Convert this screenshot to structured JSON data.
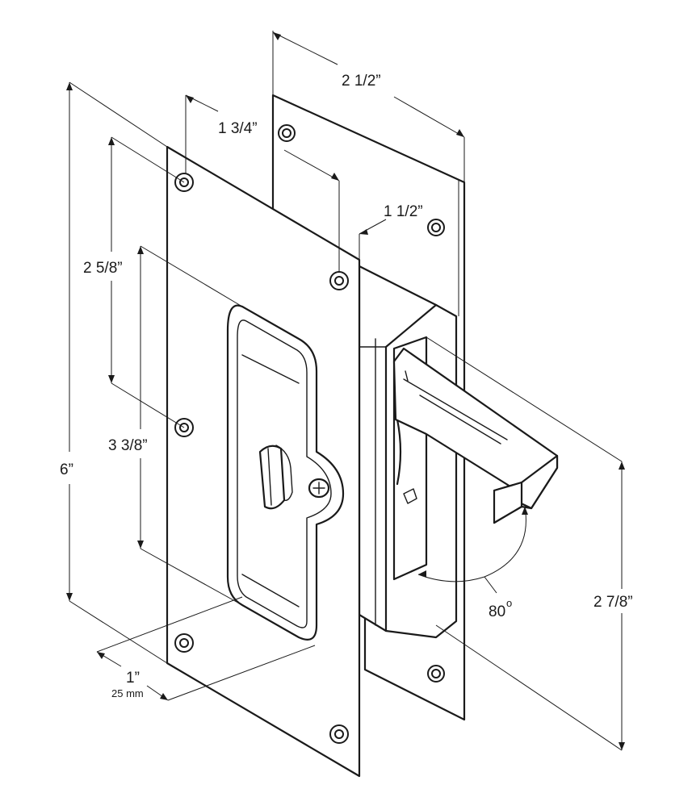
{
  "dimensions": {
    "overall_height": "6”",
    "cover_plate_width": "2 1/2”",
    "faceplate_width": "1 3/4”",
    "body_width": "1 1/2”",
    "inner_recess_height": "2 5/8”",
    "recess_opening_height": "3 3/8”",
    "backset_depth": "1”",
    "backset_depth_metric": "25 mm",
    "pull_height": "2 7/8”",
    "swing_angle": "80",
    "swing_angle_unit": "o"
  }
}
